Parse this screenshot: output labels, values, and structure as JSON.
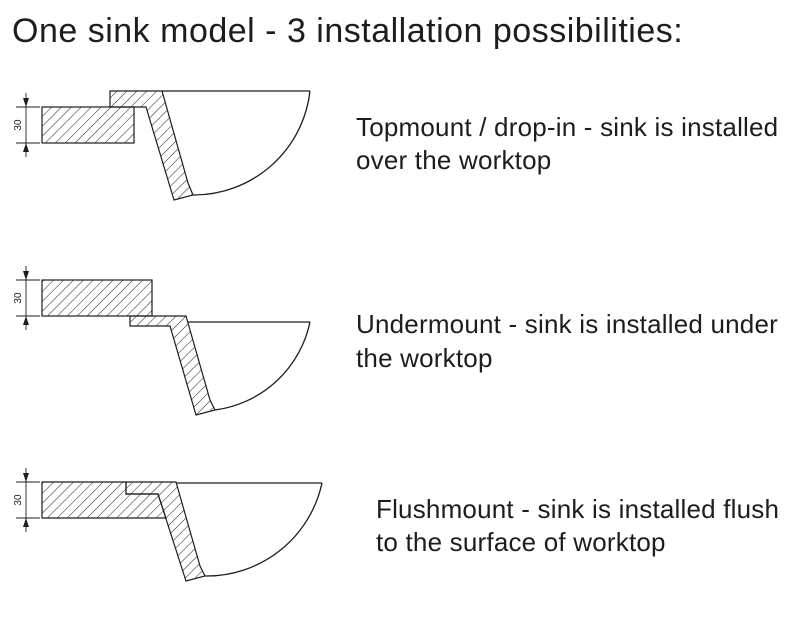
{
  "title": "One sink model - 3 installation possibilities:",
  "rows": [
    {
      "name": "topmount",
      "dimension_label": "30",
      "description": "Topmount / drop-in - sink is installed over the worktop"
    },
    {
      "name": "undermount",
      "dimension_label": "30",
      "description": "Undermount - sink is installed under the worktop"
    },
    {
      "name": "flushmount",
      "dimension_label": "30",
      "description": "Flushmount - sink is installed flush to the surface of worktop"
    }
  ],
  "colors": {
    "line": "#1d1d1d",
    "background": "#ffffff"
  }
}
